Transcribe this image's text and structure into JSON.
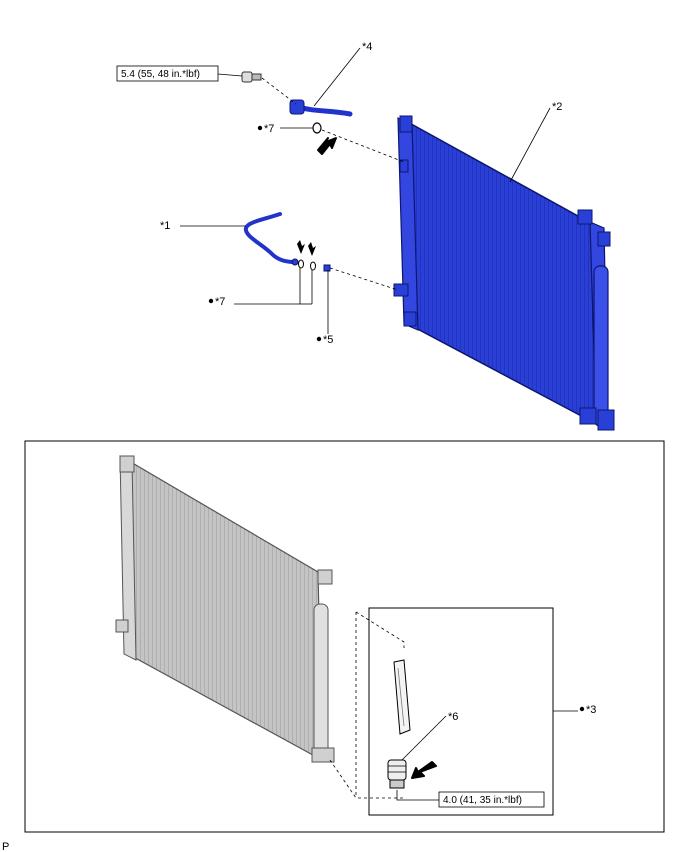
{
  "callouts": {
    "c1": "*1",
    "c2": "*2",
    "c3": "*3",
    "c4": "*4",
    "c5": "*5",
    "c6": "*6",
    "c7a": "*7",
    "c7b": "*7"
  },
  "torque": {
    "bolt": "5.4 (55, 48 in.*lbf)",
    "plug": "4.0 (41, 35 in.*lbf)"
  },
  "footer": {
    "code": "P"
  },
  "colors": {
    "part_blue": "#2233cc",
    "part_blue_dark": "#101a80",
    "part_gray": "#b8b8b8",
    "line": "#000000"
  },
  "icons": {
    "new_part_marker": "filled-circle",
    "direction_arrow": "bold-arrow"
  }
}
